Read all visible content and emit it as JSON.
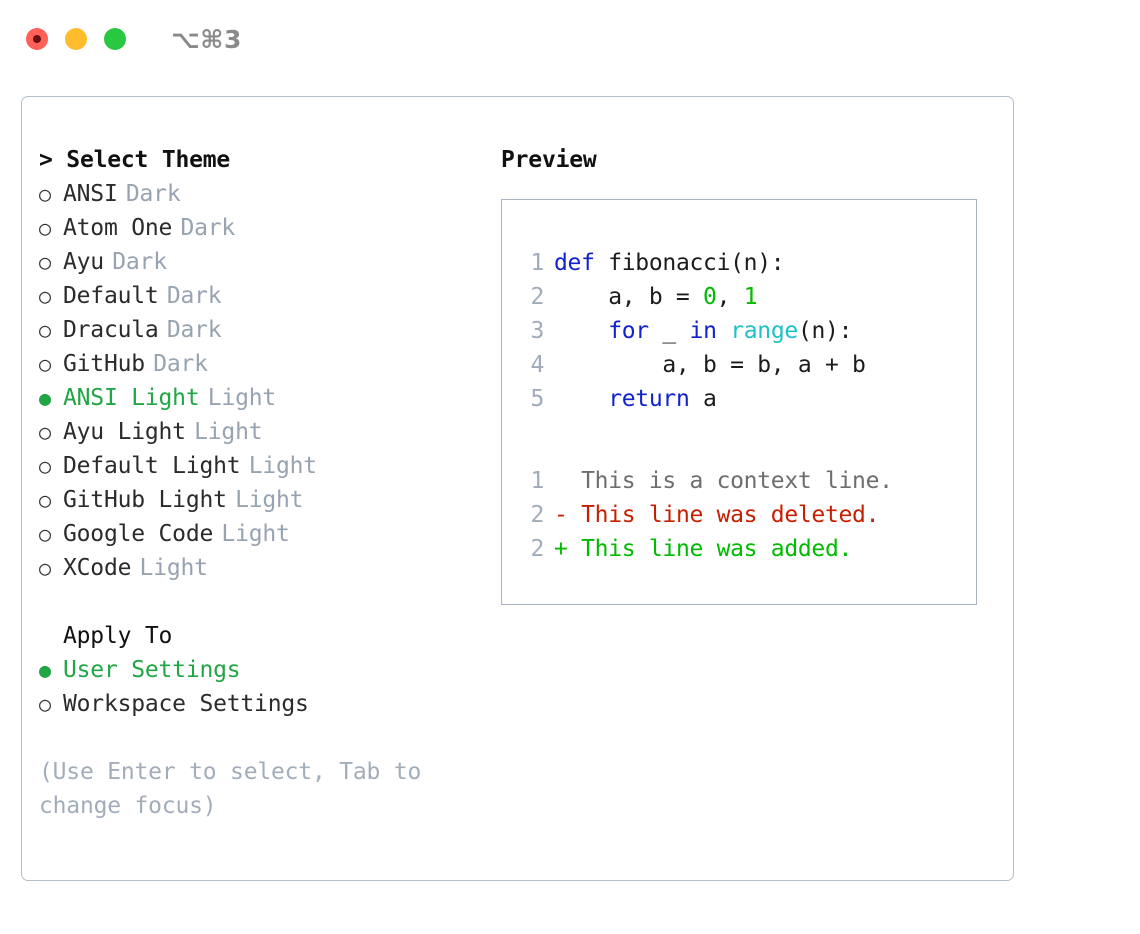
{
  "titlebar": {
    "shortcut": "⌥⌘3",
    "lights": [
      {
        "name": "close",
        "color": "#ff6058"
      },
      {
        "name": "minimize",
        "color": "#ffbd2e"
      },
      {
        "name": "maximize",
        "color": "#28c840"
      }
    ]
  },
  "theme_picker": {
    "header": "> Select Theme",
    "items": [
      {
        "marker": "○",
        "name": "ANSI",
        "tag": "Dark",
        "selected": false
      },
      {
        "marker": "○",
        "name": "Atom One",
        "tag": "Dark",
        "selected": false
      },
      {
        "marker": "○",
        "name": "Ayu",
        "tag": "Dark",
        "selected": false
      },
      {
        "marker": "○",
        "name": "Default",
        "tag": "Dark",
        "selected": false
      },
      {
        "marker": "○",
        "name": "Dracula",
        "tag": "Dark",
        "selected": false
      },
      {
        "marker": "○",
        "name": "GitHub",
        "tag": "Dark",
        "selected": false
      },
      {
        "marker": "●",
        "name": "ANSI Light",
        "tag": "Light",
        "selected": true
      },
      {
        "marker": "○",
        "name": "Ayu Light",
        "tag": "Light",
        "selected": false
      },
      {
        "marker": "○",
        "name": "Default Light",
        "tag": "Light",
        "selected": false
      },
      {
        "marker": "○",
        "name": "GitHub Light",
        "tag": "Light",
        "selected": false
      },
      {
        "marker": "○",
        "name": "Google Code",
        "tag": "Light",
        "selected": false
      },
      {
        "marker": "○",
        "name": "XCode",
        "tag": "Light",
        "selected": false
      }
    ]
  },
  "apply_to": {
    "header": "Apply To",
    "items": [
      {
        "marker": "●",
        "name": "User Settings",
        "selected": true
      },
      {
        "marker": "○",
        "name": "Workspace Settings",
        "selected": false
      }
    ]
  },
  "hint": "(Use Enter to select, Tab to change focus)",
  "preview": {
    "header": "Preview",
    "code_lines": [
      {
        "num": "1",
        "tokens": [
          {
            "t": "def",
            "c": "kw"
          },
          {
            "t": " fibonacci(n):",
            "c": "plain"
          }
        ]
      },
      {
        "num": "2",
        "tokens": [
          {
            "t": "    a, b = ",
            "c": "plain"
          },
          {
            "t": "0",
            "c": "num"
          },
          {
            "t": ", ",
            "c": "plain"
          },
          {
            "t": "1",
            "c": "num"
          }
        ]
      },
      {
        "num": "3",
        "tokens": [
          {
            "t": "    ",
            "c": "plain"
          },
          {
            "t": "for",
            "c": "kw"
          },
          {
            "t": " _ ",
            "c": "plain"
          },
          {
            "t": "in",
            "c": "kw"
          },
          {
            "t": " ",
            "c": "plain"
          },
          {
            "t": "range",
            "c": "fn"
          },
          {
            "t": "(n):",
            "c": "plain"
          }
        ]
      },
      {
        "num": "4",
        "tokens": [
          {
            "t": "        a, b = b, a + b",
            "c": "plain"
          }
        ]
      },
      {
        "num": "5",
        "tokens": [
          {
            "t": "    ",
            "c": "plain"
          },
          {
            "t": "return",
            "c": "kw"
          },
          {
            "t": " a",
            "c": "plain"
          }
        ]
      }
    ],
    "diff_lines": [
      {
        "num": "1",
        "sign": " ",
        "text": "This is a context line.",
        "kind": "ctx"
      },
      {
        "num": "2",
        "sign": "-",
        "text": "This line was deleted.",
        "kind": "del"
      },
      {
        "num": "2",
        "sign": "+",
        "text": "This line was added.",
        "kind": "add"
      }
    ]
  },
  "colors": {
    "selection_green": "#22a544",
    "keyword_blue": "#1122cc",
    "number_green": "#00bb00",
    "builtin_cyan": "#20c0c8",
    "diff_add": "#00bb00",
    "diff_del": "#c62000",
    "muted_gray": "#97a3b0",
    "border": "#b3bfcc"
  }
}
